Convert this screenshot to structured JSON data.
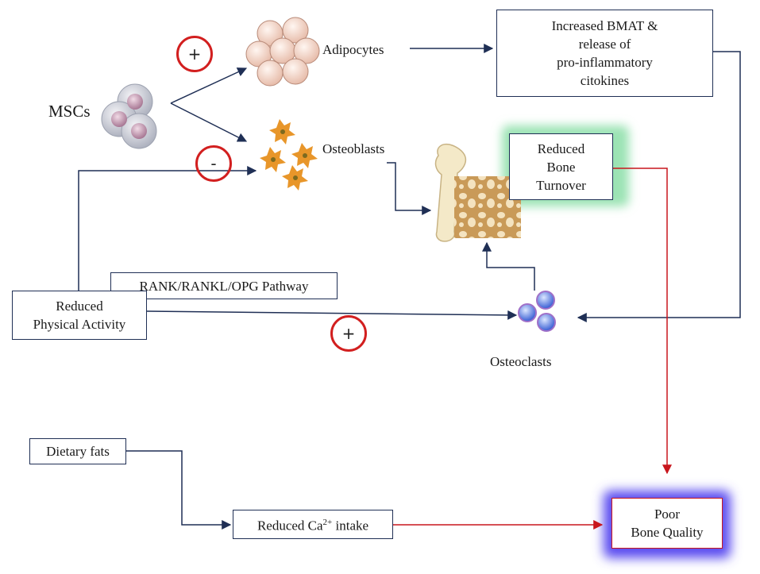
{
  "nodes": {
    "mscs": "MSCs",
    "adipocytes": "Adipocytes",
    "osteoblasts": "Osteoblasts",
    "osteoclasts": "Osteoclasts",
    "bmat": [
      "Increased BMAT &",
      "release of",
      "pro-inflammatory",
      "citokines"
    ],
    "reduced_turnover": [
      "Reduced",
      "Bone",
      "Turnover"
    ],
    "rank_pathway": "RANK/RANKL/OPG Pathway",
    "physical_activity": [
      "Reduced",
      "Physical Activity"
    ],
    "dietary_fats": "Dietary  fats",
    "calcium": {
      "prefix": "Reduced Ca",
      "superscript": "2+",
      "suffix": " intake"
    },
    "poor_bone": [
      "Poor",
      "Bone Quality"
    ]
  },
  "signs": {
    "adipocytes": "+",
    "osteoblasts": "-",
    "osteoclasts": "+"
  },
  "colors": {
    "dark_arrow": "#1f2f55",
    "red_arrow": "#c8161d",
    "sign_circle": "#d21f1f",
    "turnover_glow": "#9be3b4",
    "poor_bone_glow": "#5a4cf0"
  }
}
